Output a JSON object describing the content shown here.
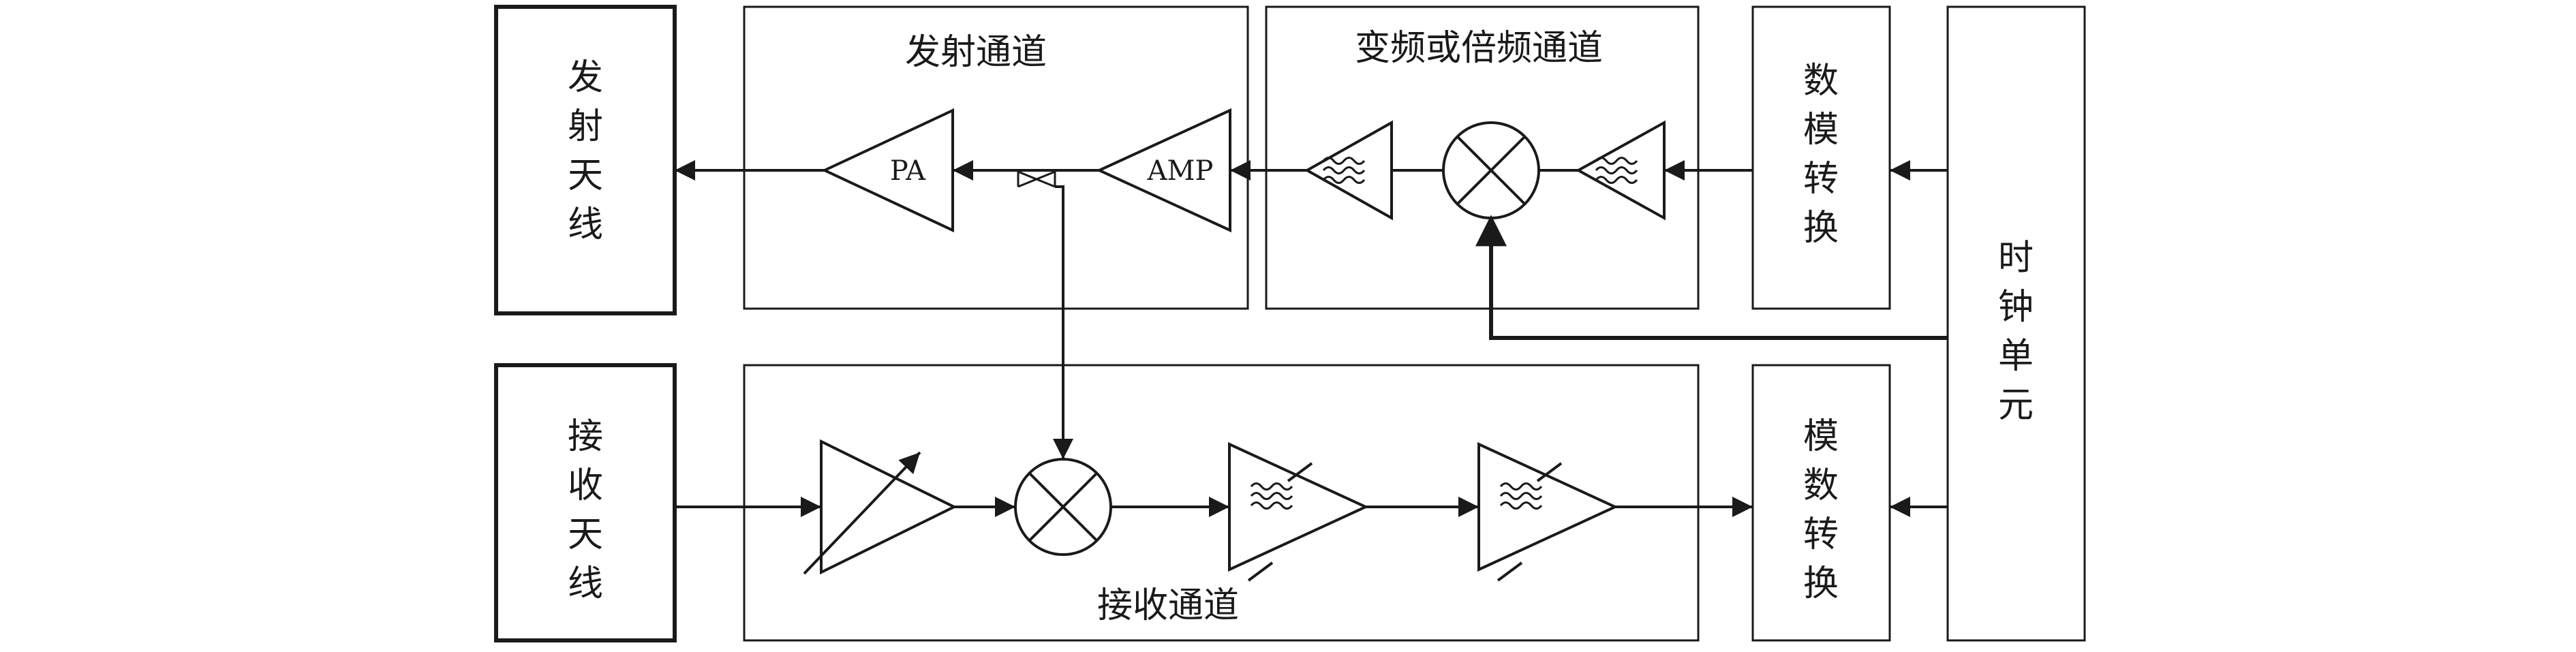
{
  "blocks": {
    "tx_antenna": [
      "发",
      "射",
      "天",
      "线"
    ],
    "rx_antenna": [
      "接",
      "收",
      "天",
      "线"
    ],
    "dac": [
      "数",
      "模",
      "转",
      "换"
    ],
    "adc": [
      "模",
      "数",
      "转",
      "换"
    ],
    "clock": [
      "时",
      "钟",
      "单",
      "元"
    ]
  },
  "groups": {
    "tx_channel": "发射通道",
    "freq_channel": "变频或倍频通道",
    "rx_channel": "接收通道"
  },
  "symbols": {
    "pa": "PA",
    "amp": "AMP"
  },
  "colors": {
    "stroke": "#1a1a1a",
    "background": "#ffffff"
  }
}
